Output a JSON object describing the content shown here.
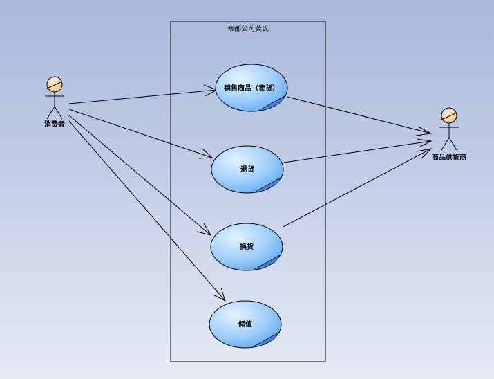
{
  "diagram": {
    "system": {
      "title": "帝都公司黄氏"
    },
    "actors": [
      {
        "id": "consumer",
        "label": "消费者"
      },
      {
        "id": "supplier",
        "label": "商品供货商"
      }
    ],
    "use_cases": [
      {
        "id": "sell",
        "label": "销售商品（卖货）"
      },
      {
        "id": "return",
        "label": "退货"
      },
      {
        "id": "exchange",
        "label": "换货"
      },
      {
        "id": "deposit",
        "label": "储值"
      }
    ],
    "associations": [
      {
        "from": "consumer",
        "to": "sell"
      },
      {
        "from": "consumer",
        "to": "return"
      },
      {
        "from": "consumer",
        "to": "exchange"
      },
      {
        "from": "consumer",
        "to": "deposit"
      },
      {
        "from": "sell",
        "to": "supplier"
      },
      {
        "from": "return",
        "to": "supplier"
      },
      {
        "from": "exchange",
        "to": "supplier"
      }
    ],
    "colors": {
      "usecase_fill_light": "#d4ebff",
      "usecase_fill_dark": "#5aaaf2",
      "actor_head": "#f5d29f",
      "line": "#000000"
    }
  }
}
